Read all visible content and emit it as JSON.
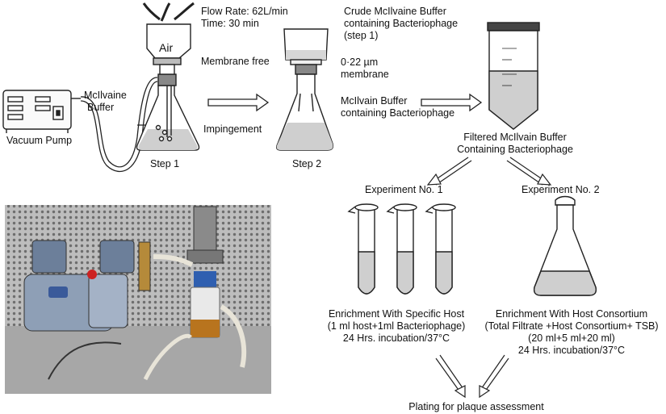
{
  "labels": {
    "flow_rate": "Flow Rate: 62L/min",
    "time": "Time: 30 min",
    "air": "Air",
    "membrane_free": "Membrane free",
    "mcilvaine_buffer_line1": "McIlvaine",
    "mcilvaine_buffer_line2": "Buffer",
    "vacuum_pump": "Vacuum Pump",
    "impingement": "Impingement",
    "step1": "Step 1",
    "step2": "Step 2",
    "crude_line1": "Crude McIlvaine Buffer",
    "crude_line2": "containing Bacteriophage",
    "crude_line3": "(step 1)",
    "membrane_line1": "0·22 µm",
    "membrane_line2": "membrane",
    "mcilvain_bp_line1": "McIlvain Buffer",
    "mcilvain_bp_line2": "containing Bacteriophage",
    "filtered_line1": "Filtered McIlvain Buffer",
    "filtered_line2": "Containing Bacteriophage",
    "exp1": "Experiment No. 1",
    "exp2": "Experiment No. 2",
    "enrich1_line1": "Enrichment With Specific Host",
    "enrich1_line2": "(1 ml host+1ml Bacteriophage)",
    "enrich1_line3": "24 Hrs. incubation/37°C",
    "enrich2_line1": "Enrichment With Host Consortium",
    "enrich2_line2": "(Total Filtrate +Host Consortium+ TSB)",
    "enrich2_line3": "(20 ml+5 ml+20 ml)",
    "enrich2_line4": "24 Hrs. incubation/37°C",
    "plating": "Plating for plaque assessment"
  },
  "colors": {
    "liquid": "#cfcfcf",
    "outline": "#222222",
    "pump_body": "#7d8ea6",
    "photo_wall": "#9a9a9a"
  }
}
